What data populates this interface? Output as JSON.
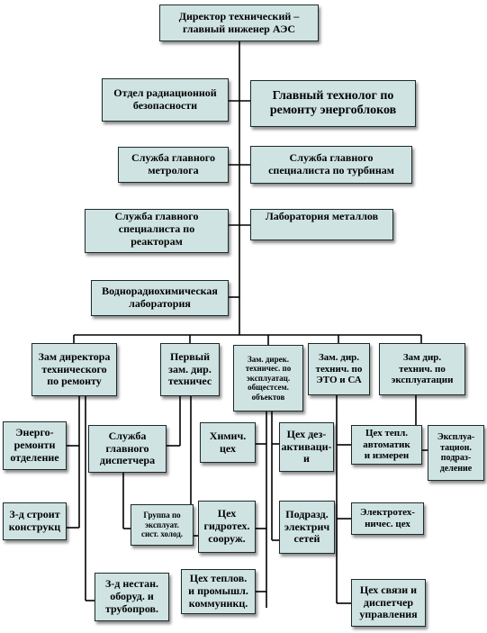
{
  "colors": {
    "box_fill": "#cfe3e3",
    "border": "#1d2a2a",
    "line": "#000000"
  },
  "boxes": {
    "director": "Директор технический –\nглавный инженер АЭС",
    "radiation_safety": "Отдел радиационной\nбезопасности",
    "chief_technologist": "Главный технолог по\nремонту энергоблоков",
    "chief_metrologist": "Служба главного\nметролога",
    "turbine_specialist": "Служба главного\nспециалиста по турбинам",
    "reactor_specialist": "Служба главного\nспециалиста по\nреакторам",
    "metals_lab": "Лаборатория металлов",
    "water_chem_lab": "Водноради­охимическая\nлаборатория",
    "deputy_repair": "Зам директора\nтехнического\nпо ремонту",
    "first_deputy": "Первый\nзам. дир.\nтехничес",
    "deputy_general": "Зам. дирек.\nтехничес. по\nэксплуатац.\nобщестсем.\nобъектов",
    "deputy_eto": "Зам. дир.\nтехнич. по\nЭТО и СА",
    "deputy_operation": "Зам дир.\nтехнич. по\nэксплуатации",
    "energy_repair": "Энерго-\nремонтн\nотделение",
    "dispatcher_service": "Служба\nглавного\nдиспетчера",
    "chem_shop": "Химич.\nцех",
    "decontamination_shop": "Цех дез-\nактиваци-\nи",
    "heat_automation_shop": "Цех тепл.\nавтоматик\nи измерен",
    "operation_unit": "Эксплуа-\nтацион.\nподраз-\nделение",
    "building_structures": "З-д строит\nконструкц",
    "cold_supply_group": "Группа по\nэксплуат.\nсист. холод.",
    "hydrotech_shop": "Цех\nгидротех.\nсооруж.",
    "electric_networks": "Подразд.\nэлектрич\nсетей",
    "electrotech_shop": "Электротех-\nничес. цех",
    "nonstandard_equipment": "З-д нестан.\nоборуд. и\nтрубопров.",
    "heat_utilities": "Цех теплов.\nи промышл.\nкоммуникц.",
    "communications_shop": "Цех связи и\nдиспетчер\nуправления"
  }
}
